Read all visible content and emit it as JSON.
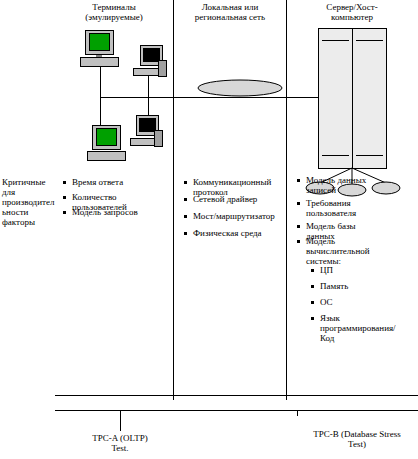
{
  "diagram": {
    "nodes": [
      {
        "text": [
          "Терминалы (эмулируемые)",
          "Время ответа",
          "Количество пользователей",
          "Модель запросов"
        ]
      },
      {
        "text": [
          "Локальная или региональная сеть",
          "Коммуникационный протокол",
          "Сетевой драйвер",
          "Мост/маршрутизатор",
          "Физическая среда"
        ]
      },
      {
        "text": [
          "Сервер/Хост-компьютер",
          "Модель данных записей",
          "Требования пользователя",
          "Модель базы данных",
          "Модель вычислительной системы:",
          "ЦП",
          "Память",
          "ОС",
          "Язык программирования/Код"
        ]
      }
    ],
    "labels": [
      "Критичные для производительности факторы",
      "TPC-A (OLTP) Test.",
      "TPC-B (Database Stress Test)"
    ]
  }
}
